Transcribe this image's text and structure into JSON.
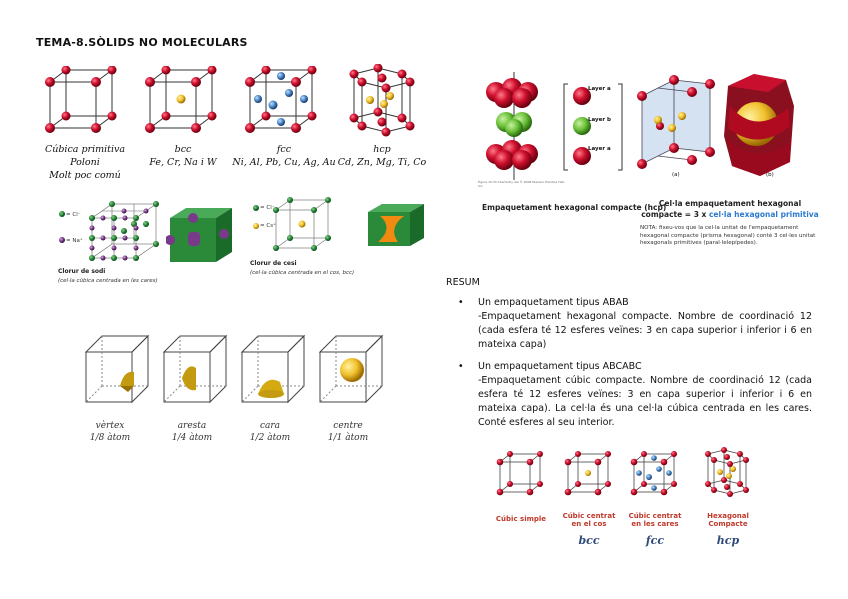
{
  "title": "TEMA-8.SÒLIDS NO MOLECULARS",
  "cells": [
    {
      "name": "Cúbica primitiva",
      "l2": "Poloni",
      "l3": "Molt poc comú"
    },
    {
      "name": "bcc",
      "l2": "Fe, Cr, Na i W",
      "l3": ""
    },
    {
      "name": "fcc",
      "l2": "Ni, Al, Pb, Cu, Ag, Au",
      "l3": ""
    },
    {
      "name": "hcp",
      "l2": "Cd, Zn, Mg, Ti, Co",
      "l3": ""
    }
  ],
  "nacl": {
    "caption": "Clorur de sodi",
    "sub": "(cel·la cúbica centrada en les cares)",
    "legend1": "= Cl⁻",
    "legend2": "= Na⁺"
  },
  "cscl": {
    "caption": "Clorur de cesi",
    "sub": "(cel·la cúbica centrada en el cos, bcc)",
    "legend1": "= Cl⁻",
    "legend2": "= Cs⁺"
  },
  "fractions": [
    {
      "pos": "vèrtex",
      "frac": "1/8 àtom"
    },
    {
      "pos": "aresta",
      "frac": "1/4 àtom"
    },
    {
      "pos": "cara",
      "frac": "1/2 àtom"
    },
    {
      "pos": "centre",
      "frac": "1/1 àtom"
    }
  ],
  "hcp_fig": {
    "layers": [
      "Layer a",
      "Layer b",
      "Layer a"
    ],
    "source": "Figure 10.33 Chemistry 4/e © 2008 Pearson Prentice Hall, Inc.",
    "left_caption": "Empaquetament hexagonal compacte (hcp)",
    "right_caption_1": "Cel·la empaquetament hexagonal",
    "right_caption_2a": "compacte = 3 x ",
    "right_caption_2b": "cel·la hexagonal primitiva",
    "label_a": "(a)",
    "label_b": "(b)",
    "note": "NOTA: fixeu-vos que la cel·la unitat de l'empaquetament hexagonal compacte (prisma hexagonal) conté 3 cel·les unitat hexagonals primitives (paral·lelepípedes)."
  },
  "resum": {
    "heading": "RESUM",
    "items": [
      {
        "line1": "Un empaquetament tipus ABAB",
        "body": "-Empaquetament hexagonal compacte. Nombre de coordinació 12 (cada esfera té 12 esferes veïnes: 3 en capa superior i inferior i 6 en mateixa capa)"
      },
      {
        "line1": "Un empaquetament tipus ABCABC",
        "body": "-Empaquetament cúbic compacte. Nombre de coordinació 12 (cada esfera té 12 esferes veïnes: 3 en capa superior i inferior i 6 en mateixa capa). La cel·la és una cel·la cúbica centrada en les cares. Conté esferes al seu interior."
      }
    ]
  },
  "bottom_cells": [
    {
      "name": "Cúbic simple",
      "abbr": ""
    },
    {
      "name": "Cúbic centrat en el cos",
      "abbr": "bcc"
    },
    {
      "name": "Cúbic centrat en les cares",
      "abbr": "fcc"
    },
    {
      "name": "Hexagonal Compacte",
      "abbr": "hcp"
    }
  ],
  "colors": {
    "atom_red": "#c8102e",
    "atom_gold": "#f2c12e",
    "atom_blue": "#4a86c8",
    "atom_green": "#3a9a3a",
    "atom_purple": "#7a3a8a",
    "caption_red": "#c0392b",
    "caption_blue": "#2e4a7d"
  }
}
